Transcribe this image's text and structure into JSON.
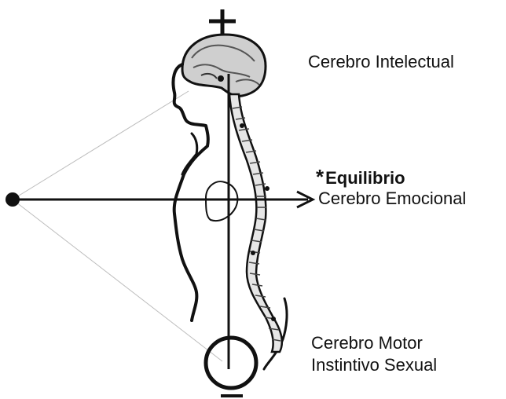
{
  "symbols": {
    "plus": "+",
    "minus": "−",
    "star": "*"
  },
  "labels": {
    "top": "Cerebro Intelectual",
    "middle_bold": "Equilibrio",
    "middle": "Cerebro Emocional",
    "bottom_line1": "Cerebro Motor",
    "bottom_line2": "Instintivo Sexual"
  },
  "colors": {
    "ink": "#111111",
    "spine_fill": "#e6e6e6",
    "brain_fill": "#cfcfcf",
    "guide_line": "#bdbdbd"
  }
}
